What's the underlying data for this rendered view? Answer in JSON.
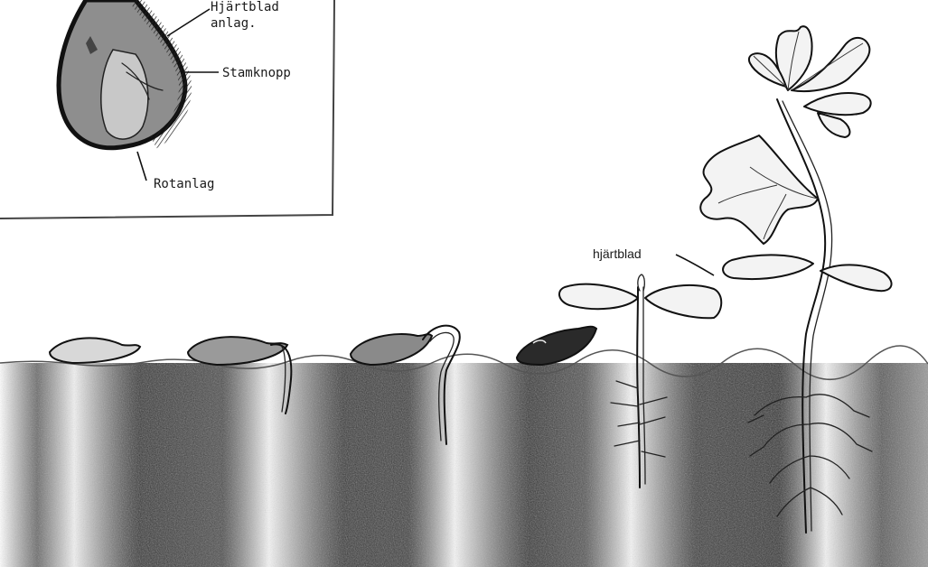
{
  "inset": {
    "label_cotyledon": "Hjärtblad",
    "label_cotyledon_line2": "anlag.",
    "label_plumule": "Stamknopp",
    "label_radicle": "Rotanlag"
  },
  "main": {
    "label_seedling_cotyledon": "hjärtblad"
  },
  "colors": {
    "ink": "#111111",
    "soil_dark": "#3a3a3a",
    "soil_light": "#ffffff"
  }
}
